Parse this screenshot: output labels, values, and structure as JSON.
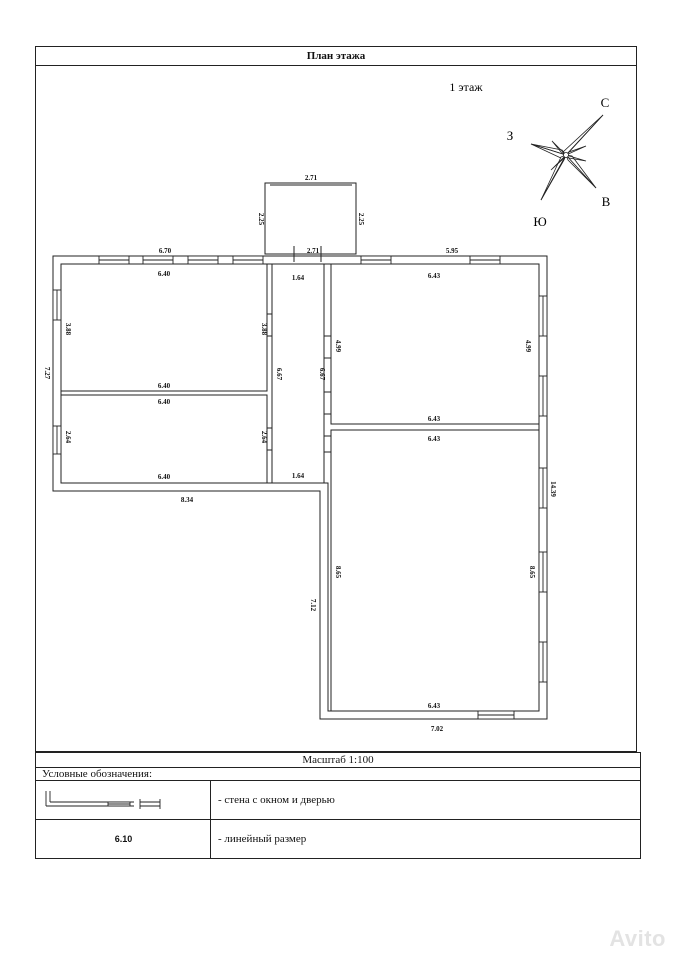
{
  "title": "План этажа",
  "floor": "1 этаж",
  "compass": {
    "n": "С",
    "w": "З",
    "e": "В",
    "s": "Ю"
  },
  "dimensions": {
    "stair_top": "2.71",
    "stair_left": "2.25",
    "stair_right": "2.25",
    "stair_bottom": "2.71",
    "top_left_ext": "6.70",
    "top_right_ext": "5.95",
    "left_ext": "7.27",
    "bottom_left_ext": "8.34",
    "lower_mid_ext": "7.12",
    "right_ext": "14.39",
    "bottom_right_ext": "7.02",
    "room1_top": "6.40",
    "room1_bottom": "6.40",
    "room1_left": "3.88",
    "room1_right": "3.88",
    "room2_top": "6.40",
    "room2_bottom": "6.40",
    "room2_left": "2.64",
    "room2_right": "2.64",
    "corr_top": "1.64",
    "corr_bottom": "1.64",
    "corr_left": "6.67",
    "corr_right": "6.67",
    "room3_top": "6.43",
    "room3_bottom": "6.43",
    "room3_left": "4.99",
    "room3_right": "4.99",
    "room4_top": "6.43",
    "room4_bottom": "6.43",
    "room4_left": "8.65",
    "room4_right": "8.65"
  },
  "scale": "Масштаб 1:100",
  "legend_caption": "Условные обозначения:",
  "legend": [
    {
      "sample": "",
      "desc": "- стена с окном и дверью"
    },
    {
      "sample": "6.10",
      "desc": "- линейный размер"
    }
  ],
  "watermark": "Avito"
}
